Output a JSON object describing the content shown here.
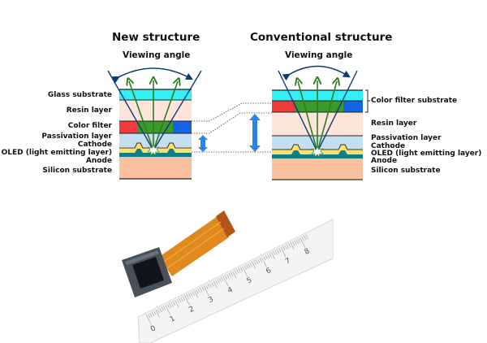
{
  "new_structure": {
    "title": "New structure",
    "viewing_angle_label": "Viewing angle",
    "layers": [
      "Glass substrate",
      "Resin layer",
      "Color filter",
      "Passivation layer",
      "Cathode",
      "OLED (light emitting layer)",
      "Anode",
      "Silicon substrate"
    ]
  },
  "conventional_structure": {
    "title": "Conventional structure",
    "viewing_angle_label": "Viewing angle",
    "color_filter_substrate_label": "Color filter substrate",
    "layers": [
      "Resin layer",
      "Passivation layer",
      "Cathode",
      "OLED (light emitting layer)",
      "Anode",
      "Silicon substrate"
    ]
  },
  "colors": {
    "glass": "#33f0f5",
    "resin": "#fde5dc",
    "filter_red": "#ee3b3b",
    "filter_green": "#3a9a2a",
    "filter_blue": "#1464e6",
    "passivation": "#c6dff0",
    "oled": "#fbe26a",
    "anode": "#0d7f8c",
    "silicon": "#fbc19e",
    "ray_blue": "#0b3a78",
    "ray_green": "#2e7d1f",
    "arrow_blue": "#2b84e8"
  },
  "ruler": {
    "tick_labels": [
      "0",
      "1",
      "2",
      "3",
      "4",
      "5",
      "6",
      "7",
      "8"
    ]
  }
}
